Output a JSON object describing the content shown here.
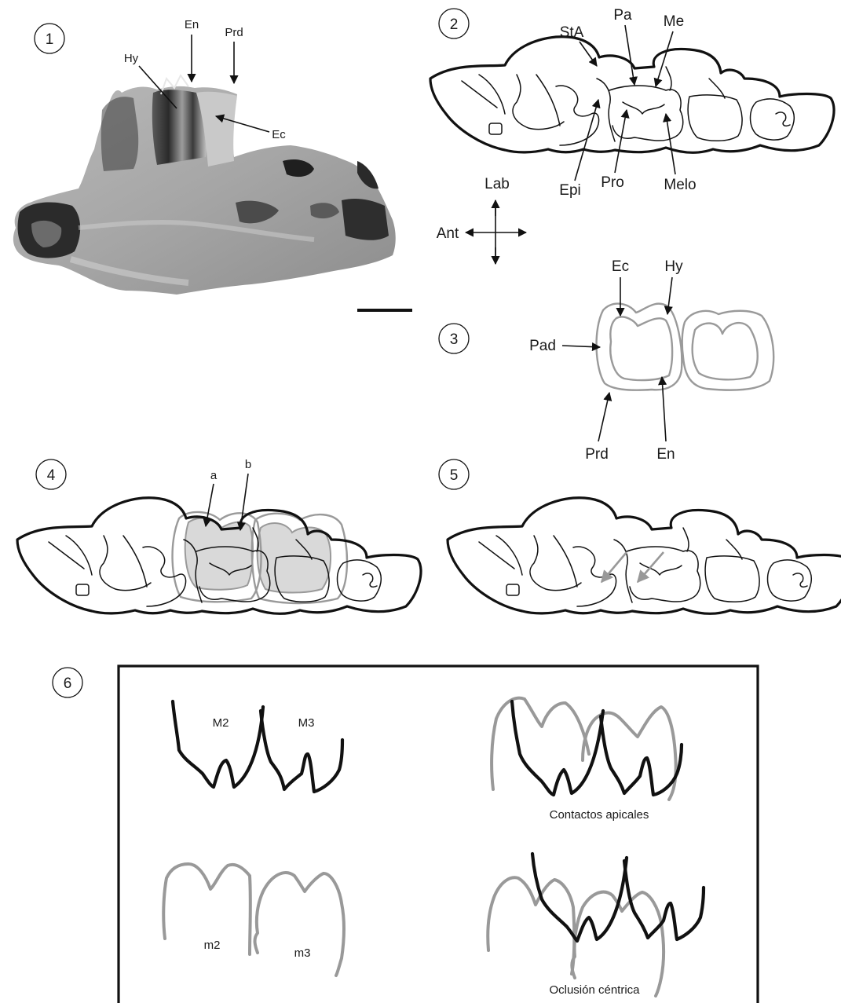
{
  "panel_numbers": [
    "1",
    "2",
    "3",
    "4",
    "5",
    "6"
  ],
  "panel1": {
    "labels": {
      "hy": "Hy",
      "en": "En",
      "prd": "Prd",
      "ec": "Ec"
    }
  },
  "panel2": {
    "labels": {
      "sta": "StA",
      "pa": "Pa",
      "me": "Me",
      "epi": "Epi",
      "pro": "Pro",
      "melo": "Melo"
    }
  },
  "compass": {
    "lab": "Lab",
    "ant": "Ant"
  },
  "panel3": {
    "labels": {
      "ec": "Ec",
      "hy": "Hy",
      "pad": "Pad",
      "prd": "Prd",
      "en": "En"
    }
  },
  "panel4": {
    "labels": {
      "a": "a",
      "b": "b"
    }
  },
  "panel6": {
    "upper_left": {
      "m2": "M2",
      "m3": "M3"
    },
    "lower_left": {
      "m2": "m2",
      "m3": "m3"
    },
    "caption_apical": "Contactos apicales",
    "caption_centric": "Oclusión céntrica"
  },
  "colors": {
    "ink": "#111111",
    "gray_outline": "#9a9a9a",
    "fill_gray": "#d9d9d9"
  }
}
